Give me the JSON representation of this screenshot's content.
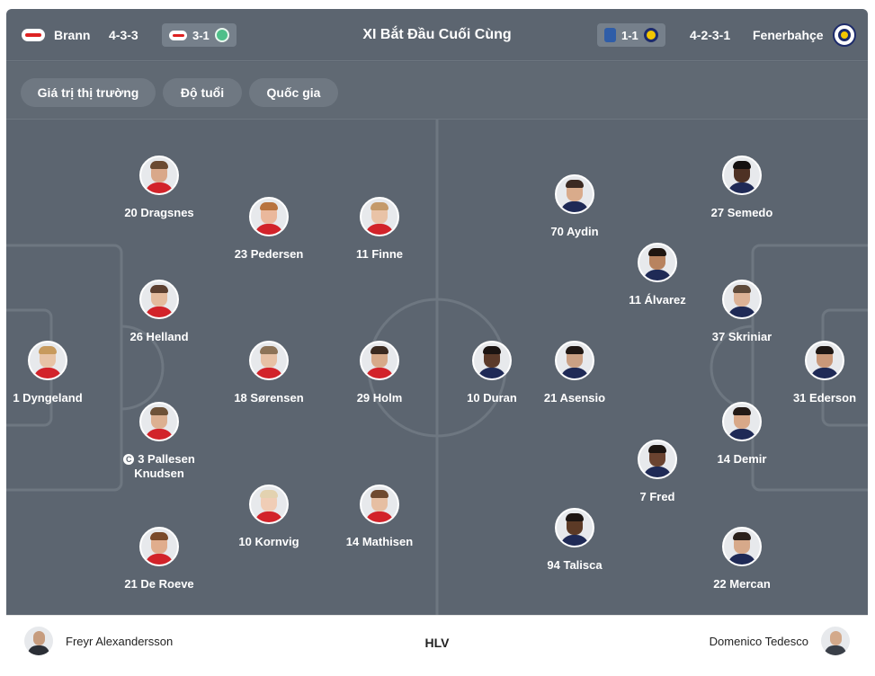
{
  "header": {
    "home_team": "Brann",
    "home_formation": "4-3-3",
    "home_last_result": "3-1",
    "title": "XI Bắt Đầu Cuối Cùng",
    "away_last_result": "1-1",
    "away_formation": "4-2-3-1",
    "away_team": "Fenerbahçe"
  },
  "filters": [
    "Giá trị thị trường",
    "Độ tuổi",
    "Quốc gia"
  ],
  "home_players": [
    {
      "label": "1 Dyngeland",
      "skin": "#e7c3a6",
      "hair": "#c79a5d"
    },
    {
      "label": "20 Dragsnes",
      "skin": "#d9a88a",
      "hair": "#6b4a32"
    },
    {
      "label": "26 Helland",
      "skin": "#e4bb9d",
      "hair": "#5d4030"
    },
    {
      "label": "3 Pallesen",
      "label2": "Knudsen",
      "captain": true,
      "skin": "#dcb091",
      "hair": "#6e5238"
    },
    {
      "label": "21 De Roeve",
      "skin": "#e0ad8d",
      "hair": "#7a4a2a"
    },
    {
      "label": "23 Pedersen",
      "skin": "#eab89c",
      "hair": "#b8733e"
    },
    {
      "label": "18 Sørensen",
      "skin": "#e7c1a5",
      "hair": "#8d7357"
    },
    {
      "label": "10 Kornvig",
      "skin": "#f0cdb6",
      "hair": "#e3d2b0"
    },
    {
      "label": "11 Finne",
      "skin": "#e9c3a7",
      "hair": "#c49a6a"
    },
    {
      "label": "29 Holm",
      "skin": "#d7aa8a",
      "hair": "#3b2a20"
    },
    {
      "label": "14 Mathisen",
      "skin": "#e6bfa3",
      "hair": "#6f4a30"
    }
  ],
  "away_players": [
    {
      "label": "10 Duran",
      "skin": "#5b3a2a",
      "hair": "#1b1412"
    },
    {
      "label": "70 Aydin",
      "skin": "#d9ab8b",
      "hair": "#3b2a22"
    },
    {
      "label": "21 Asensio",
      "skin": "#caa084",
      "hair": "#1f1714"
    },
    {
      "label": "94 Talisca",
      "skin": "#5c3a26",
      "hair": "#1d1512"
    },
    {
      "label": "11 Álvarez",
      "skin": "#b8835f",
      "hair": "#1f1611"
    },
    {
      "label": "7 Fred",
      "skin": "#6a4330",
      "hair": "#1c1410"
    },
    {
      "label": "27 Semedo",
      "skin": "#4e3124",
      "hair": "#141010"
    },
    {
      "label": "37 Skriniar",
      "skin": "#dcb296",
      "hair": "#5e4a3a"
    },
    {
      "label": "14 Demir",
      "skin": "#d8a888",
      "hair": "#231a16"
    },
    {
      "label": "22 Mercan",
      "skin": "#d7a98a",
      "hair": "#2a201b"
    },
    {
      "label": "31 Ederson",
      "skin": "#c99879",
      "hair": "#1e1714"
    }
  ],
  "captain_mark": "C",
  "footer": {
    "home_coach": "Freyr Alexandersson",
    "center_label": "HLV",
    "away_coach": "Domenico Tedesco"
  },
  "colors": {
    "pitch": "#5c6570",
    "lines": "#6e7781",
    "chip": "#6f7882"
  }
}
